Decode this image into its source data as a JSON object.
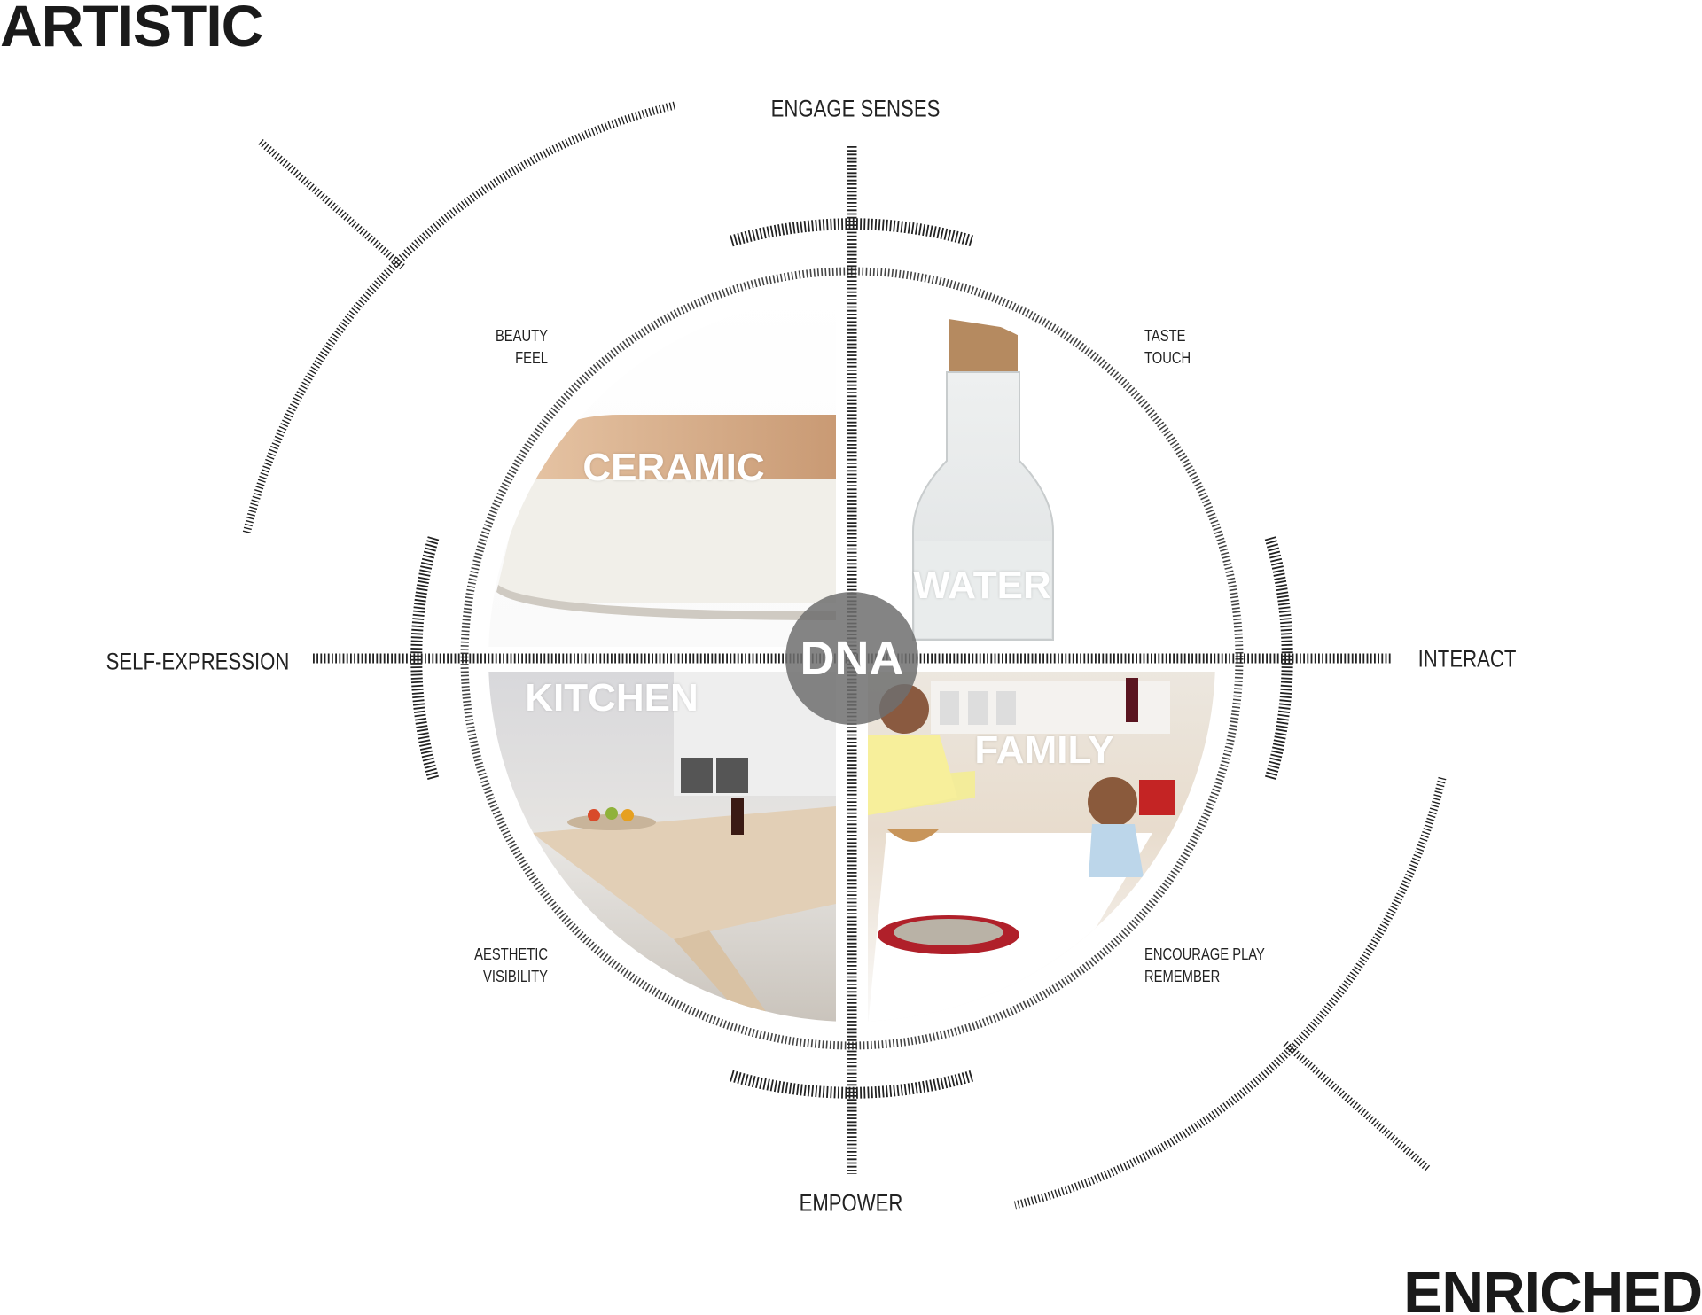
{
  "corners": {
    "top_left": "ARTISTIC",
    "bottom_right": "ENRICHED"
  },
  "axes": {
    "top": "ENGAGE SENSES",
    "left": "SELF-EXPRESSION",
    "right": "INTERACT",
    "bottom": "EMPOWER"
  },
  "center": "DNA",
  "quadrants": [
    {
      "label": "CERAMIC",
      "notes": [
        "BEAUTY",
        "FEEL"
      ]
    },
    {
      "label": "WATER",
      "notes": [
        "TASTE",
        "TOUCH"
      ]
    },
    {
      "label": "KITCHEN",
      "notes": [
        "AESTHETIC",
        "VISIBILITY"
      ]
    },
    {
      "label": "FAMILY",
      "notes": [
        "ENCOURAGE PLAY",
        "REMEMBER"
      ]
    }
  ],
  "colors": {
    "line": "#222222",
    "center_circle": "#6e6e6e"
  }
}
